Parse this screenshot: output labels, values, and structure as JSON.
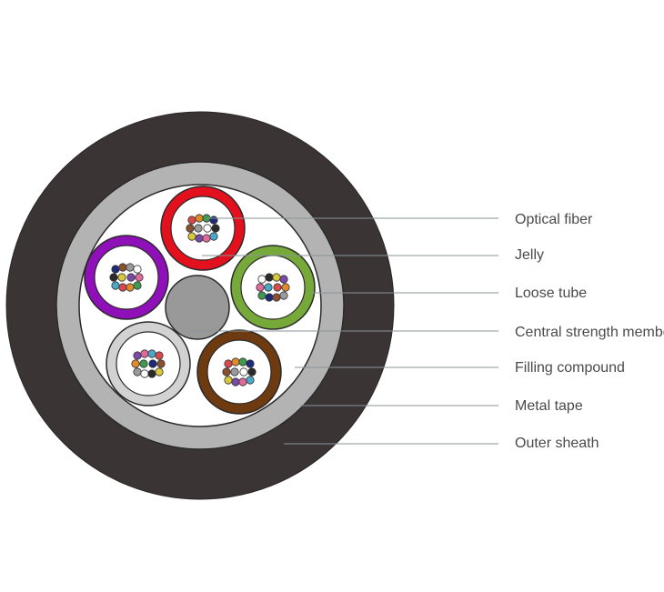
{
  "labels": {
    "optical_fiber": "Optical fiber",
    "jelly": "Jelly",
    "loose_tube": "Loose tube",
    "central_strength_member": "Central strength member",
    "filling_compound": "Filling compound",
    "metal_tape": "Metal tape",
    "outer_sheath": "Outer sheath"
  },
  "colors": {
    "outer_sheath": "#3a3435",
    "metal_tape": "#b3b3b3",
    "inner_core": "#ffffff",
    "central_member": "#999999",
    "leader_line": "#8a949a",
    "tubes": [
      "#e3101e",
      "#8f0fb8",
      "#77a83a",
      "#d2d2d2",
      "#6e3a10"
    ],
    "fibers": [
      "#d84a4a",
      "#e08a2a",
      "#3e9a4e",
      "#1e2a7a",
      "#8a5030",
      "#9a9a9a",
      "#ffffff",
      "#2a2a2a",
      "#d8c83a",
      "#7a4aa8",
      "#e06a9a",
      "#4aa8c8"
    ]
  }
}
